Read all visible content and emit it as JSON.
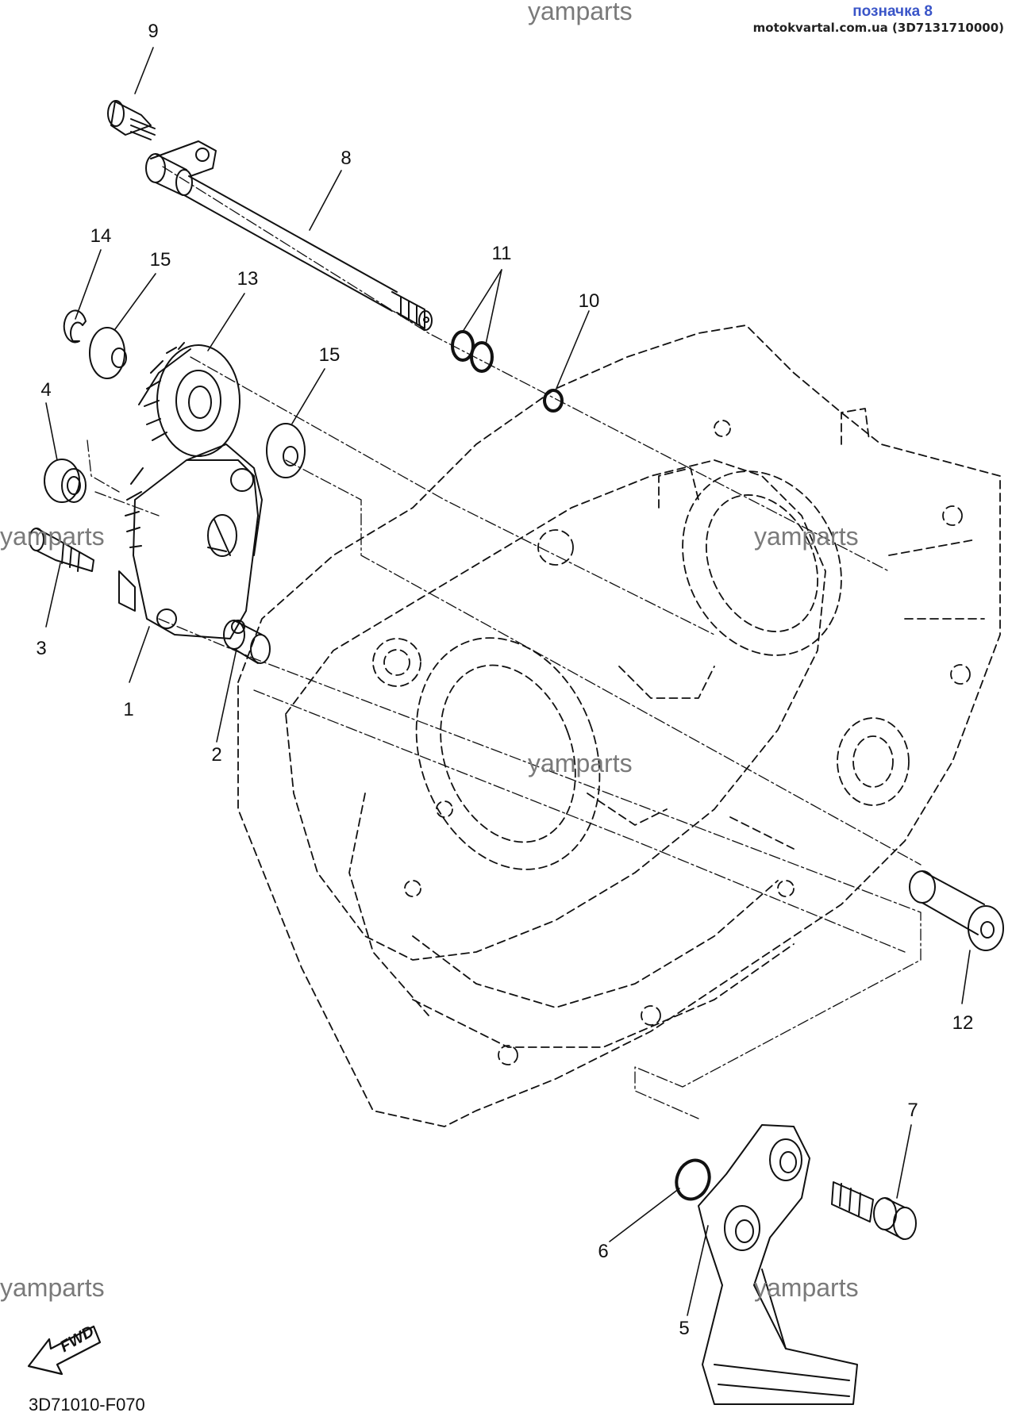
{
  "header": {
    "watermark_top": "yamparts",
    "ref_tag": "позначка 8",
    "ref_site": "motokvartal.com.ua (3D7131710000)"
  },
  "watermarks": [
    "yamparts",
    "yamparts",
    "yamparts",
    "yamparts",
    "yamparts"
  ],
  "fwd": {
    "label": "FWD"
  },
  "footer": {
    "diagram_code": "3D71010-F070"
  },
  "callouts": [
    {
      "id": "9",
      "label": "9"
    },
    {
      "id": "8",
      "label": "8"
    },
    {
      "id": "14",
      "label": "14"
    },
    {
      "id": "15a",
      "label": "15"
    },
    {
      "id": "13",
      "label": "13"
    },
    {
      "id": "11",
      "label": "11"
    },
    {
      "id": "10",
      "label": "10"
    },
    {
      "id": "15b",
      "label": "15"
    },
    {
      "id": "4",
      "label": "4"
    },
    {
      "id": "3",
      "label": "3"
    },
    {
      "id": "1",
      "label": "1"
    },
    {
      "id": "2",
      "label": "2"
    },
    {
      "id": "12",
      "label": "12"
    },
    {
      "id": "7",
      "label": "7"
    },
    {
      "id": "6",
      "label": "6"
    },
    {
      "id": "5",
      "label": "5"
    }
  ],
  "colors": {
    "line": "#111111",
    "watermark": "#7a7a7a",
    "ref_tag": "#3a55c8"
  }
}
